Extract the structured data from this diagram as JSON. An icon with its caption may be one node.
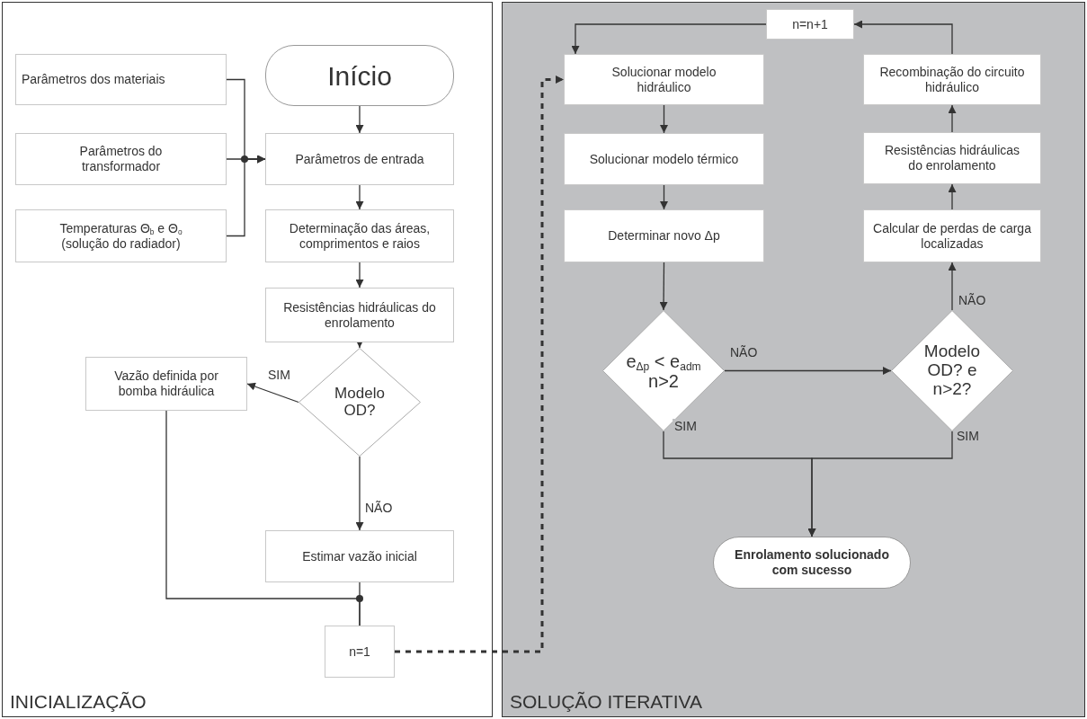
{
  "diagram": {
    "nodes": [
      {
        "text": [
          "INICIALIZAÇÃO"
        ]
      },
      {
        "text": [
          "SOLUÇÃO ITERATIVA"
        ]
      },
      {
        "text": [
          "Parâmetros dos materiais"
        ],
        "in": 0
      },
      {
        "text": [
          "Parâmetros do transformador"
        ],
        "in": 0
      },
      {
        "text": [
          "Temperaturas Θ$_{b}$ e Θ$_{o}$ (solução do radiador)"
        ],
        "in": 0
      },
      {
        "text": [
          "Início"
        ],
        "in": 0
      },
      {
        "text": [
          "Parâmetros de entrada"
        ],
        "in": 0
      },
      {
        "text": [
          "Determinação das áreas, comprimentos e raios"
        ],
        "in": 0
      },
      {
        "text": [
          "Resistências hidráulicas do enrolamento"
        ],
        "in": 0
      },
      {
        "text": [
          "Modelo OD?"
        ],
        "in": 0
      },
      {
        "text": [
          "Vazão definida por bomba hidráulica"
        ],
        "in": 0
      },
      {
        "text": [
          "Estimar vazão inicial"
        ],
        "in": 0
      },
      {
        "text": [
          "n=1"
        ],
        "in": 0
      },
      {
        "text": [
          "n=n+1"
        ],
        "in": 1
      },
      {
        "text": [
          "Solucionar modelo hidráulico"
        ],
        "in": 1
      },
      {
        "text": [
          "Solucionar modelo térmico"
        ],
        "in": 1
      },
      {
        "text": [
          "Determinar novo Δp"
        ],
        "in": 1
      },
      {
        "text": [
          "e$_{Δp}$ < e$_{adm}$ n>2"
        ],
        "in": 1
      },
      {
        "text": [
          "Recombinação do circuito hidráulico"
        ],
        "in": 1
      },
      {
        "text": [
          "Resistências hidráulicas do enrolamento"
        ],
        "in": 1
      },
      {
        "text": [
          "Calcular de perdas de carga localizadas"
        ],
        "in": 1
      },
      {
        "text": [
          "Modelo OD? e n>2?"
        ],
        "in": 1
      },
      {
        "text": [
          "Enrolamento solucionado com sucesso"
        ],
        "in": 1
      }
    ],
    "edges": [
      {
        "from": 2,
        "to": 6,
        "arrow": "to"
      },
      {
        "from": 3,
        "to": 6,
        "arrow": "to"
      },
      {
        "from": 4,
        "to": 6,
        "arrow": "to"
      },
      {
        "from": 5,
        "to": 6,
        "arrow": "to"
      },
      {
        "from": 6,
        "to": 7,
        "arrow": "to"
      },
      {
        "from": 7,
        "to": 8,
        "arrow": "to"
      },
      {
        "from": 8,
        "to": 9,
        "arrow": "to"
      },
      {
        "from": 9,
        "to": 10,
        "arrow": "to",
        "label": "SIM"
      },
      {
        "from": 9,
        "to": 11,
        "arrow": "to",
        "label": "NÃO"
      },
      {
        "from": 10,
        "to": 12,
        "arrow": "none"
      },
      {
        "from": 11,
        "to": 12,
        "arrow": "none"
      },
      {
        "from": 12,
        "to": 14,
        "arrow": "to",
        "style": "dashed"
      },
      {
        "from": 14,
        "to": 15,
        "arrow": "to"
      },
      {
        "from": 15,
        "to": 16,
        "arrow": "to"
      },
      {
        "from": 16,
        "to": 17,
        "arrow": "to"
      },
      {
        "from": 17,
        "to": 21,
        "arrow": "to",
        "label": "NÃO"
      },
      {
        "from": 17,
        "to": 22,
        "arrow": "to",
        "label": "SIM"
      },
      {
        "from": 21,
        "to": 22,
        "arrow": "to",
        "label": "SIM"
      },
      {
        "from": 21,
        "to": 20,
        "arrow": "to",
        "label": "NÃO"
      },
      {
        "from": 20,
        "to": 19,
        "arrow": "to"
      },
      {
        "from": 19,
        "to": 18,
        "arrow": "to"
      },
      {
        "from": 18,
        "to": 13,
        "arrow": "to"
      },
      {
        "from": 13,
        "to": 14,
        "arrow": "to"
      }
    ]
  }
}
